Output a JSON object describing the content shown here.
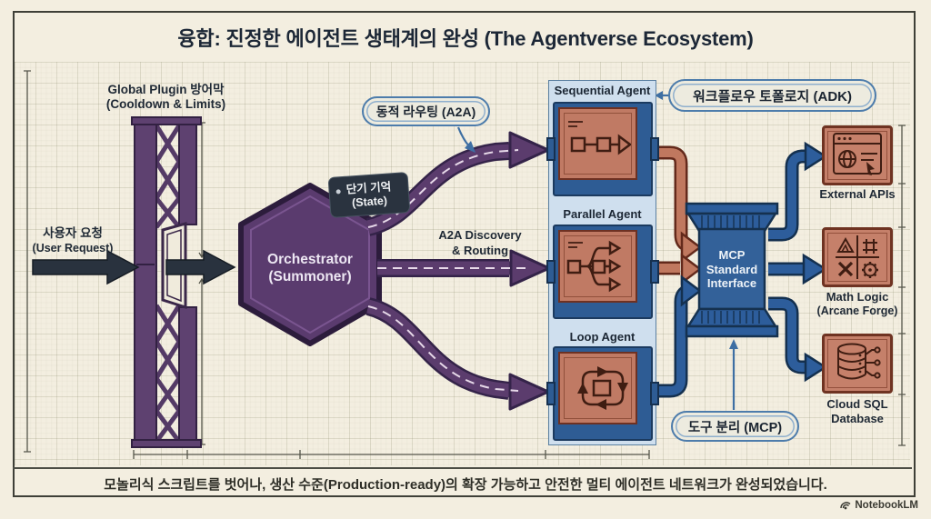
{
  "title": "융합: 진정한 에이전트 생태계의 완성 (The Agentverse Ecosystem)",
  "caption": "모놀리식 스크립트를 벗어나, 생산 수준(Production-ready)의 확장 가능하고 안전한 멀티 에이전트 네트워크가 완성되었습니다.",
  "brand": "NotebookLM",
  "left_section": {
    "barrier_label_l1": "Global Plugin 방어막",
    "barrier_label_l2": "(Cooldown & Limits)",
    "user_request_l1": "사용자 요청",
    "user_request_l2": "(User Request)"
  },
  "orchestrator": {
    "l1": "Orchestrator",
    "l2": "(Summoner)"
  },
  "state_tag": {
    "l1": "단기 기억",
    "l2": "(State)"
  },
  "annotations": {
    "a2a_badge": "동적 라우팅 (A2A)",
    "adk_badge": "워크플로우 토폴로지 (ADK)",
    "mcp_badge": "도구 분리 (MCP)",
    "discovery_l1": "A2A Discovery",
    "discovery_l2": "& Routing"
  },
  "agents": [
    {
      "label": "Sequential Agent",
      "icon": "sequential-flow-icon"
    },
    {
      "label": "Parallel Agent",
      "icon": "parallel-fanout-icon"
    },
    {
      "label": "Loop Agent",
      "icon": "loop-cycle-icon"
    }
  ],
  "mcp_interface": {
    "l1": "MCP",
    "l2": "Standard",
    "l3": "Interface"
  },
  "tools": [
    {
      "l1": "External APIs",
      "icon": "browser-globe-icon"
    },
    {
      "l1": "Math Logic",
      "l2": "(Arcane Forge)",
      "icon": "math-symbols-icon"
    },
    {
      "l1": "Cloud SQL",
      "l2": "Database",
      "icon": "database-network-icon"
    }
  ],
  "colors": {
    "background": "#f3eee0",
    "purple": "#5a3b6e",
    "purple_dark": "#2c1c3c",
    "dark_slate": "#29323e",
    "salmon": "#c0785f",
    "salmon_dark": "#63291b",
    "blue": "#2d5d9b",
    "blue_dark": "#15314f",
    "panel_blue": "#cfdfee",
    "badge_border": "#4d7cab"
  }
}
